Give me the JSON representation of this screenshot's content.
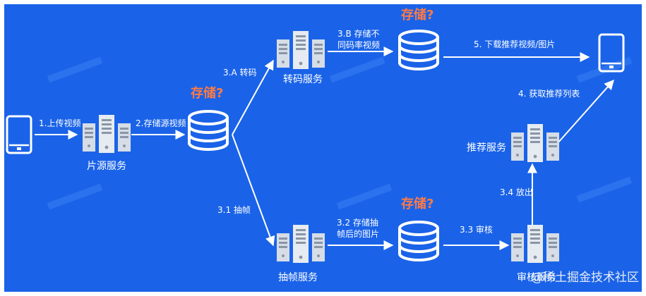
{
  "nodes": {
    "source_service": "片源服务",
    "transcode_service": "转码服务",
    "frame_service": "抽帧服务",
    "recommend_service": "推荐服务",
    "review_service": "审核服务"
  },
  "storage_labels": {
    "source": "存储?",
    "transcode": "存储?",
    "frames": "存储?"
  },
  "edges": {
    "upload": "1.上传视频",
    "store_source": "2.存储源视频",
    "transcode": "3.A 转码",
    "store_bitrate_line1": "3.B 存储不",
    "store_bitrate_line2": "同码率视频",
    "extract_frames": "3.1 抽帧",
    "store_frames_line1": "3.2 存储抽",
    "store_frames_line2": "帧后的图片",
    "review": "3.3 审核",
    "release": "3.4 放出",
    "get_list": "4. 获取推荐列表",
    "download": "5. 下载推荐视频/图片"
  },
  "watermark": "@稀土掘金技术社区",
  "colors": {
    "background": "#1a63e8",
    "storage_accent": "#ff7a45",
    "line": "#ffffff"
  }
}
